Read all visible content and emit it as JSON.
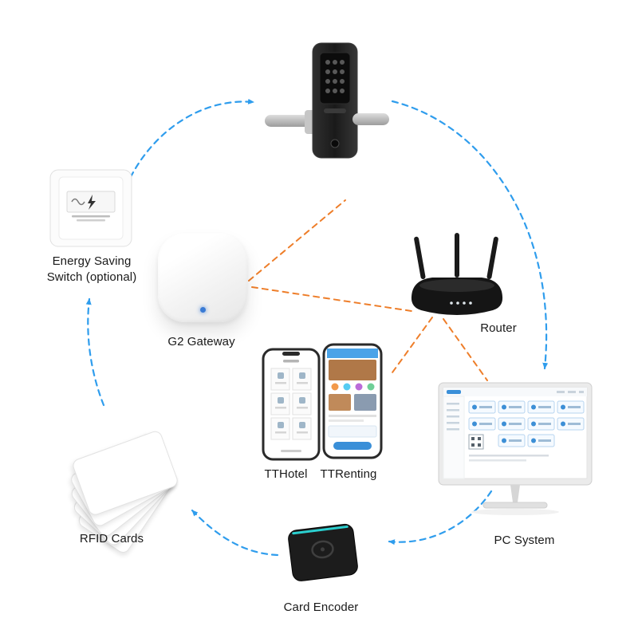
{
  "colors": {
    "blue_arrow": "#2f9ded",
    "orange_line": "#ee7e2a",
    "gateway_led": "#3a7bd5",
    "encoder_accent": "#2bd0d0"
  },
  "nodes": {
    "energy_switch": {
      "label_line1": "Energy Saving",
      "label_line2": "Switch (optional)"
    },
    "gateway": {
      "label": "G2 Gateway"
    },
    "apps": {
      "left_label": "TTHotel",
      "right_label": "TTRenting"
    },
    "router": {
      "label": "Router"
    },
    "pc": {
      "label": "PC System"
    },
    "rfid": {
      "label": "RFID Cards"
    },
    "encoder": {
      "label": "Card Encoder"
    }
  },
  "connections": {
    "blue_flow": [
      "energy-switch to door-lock",
      "door-lock to pc-system",
      "pc-system to card-encoder",
      "card-encoder to rfid-cards",
      "rfid-cards to energy-switch"
    ],
    "orange_links": [
      "gateway to door-lock",
      "gateway to router",
      "router to phone-apps",
      "router to pc-system"
    ]
  }
}
